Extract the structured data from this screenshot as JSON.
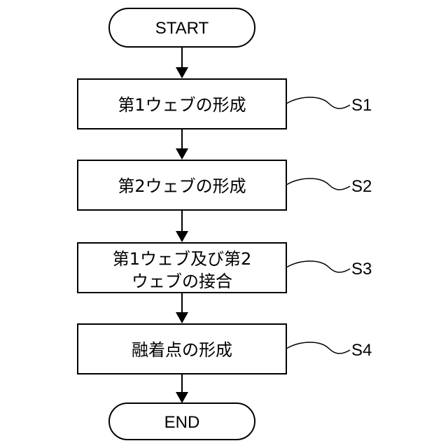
{
  "flowchart": {
    "start": "START",
    "end": "END",
    "steps": [
      {
        "id": "S1",
        "lines": [
          "第1ウェブの形成"
        ]
      },
      {
        "id": "S2",
        "lines": [
          "第2ウェブの形成"
        ]
      },
      {
        "id": "S3",
        "lines": [
          "第1ウェブ及び第2",
          "ウェブの接合"
        ]
      },
      {
        "id": "S4",
        "lines": [
          "融着点の形成"
        ]
      }
    ]
  }
}
